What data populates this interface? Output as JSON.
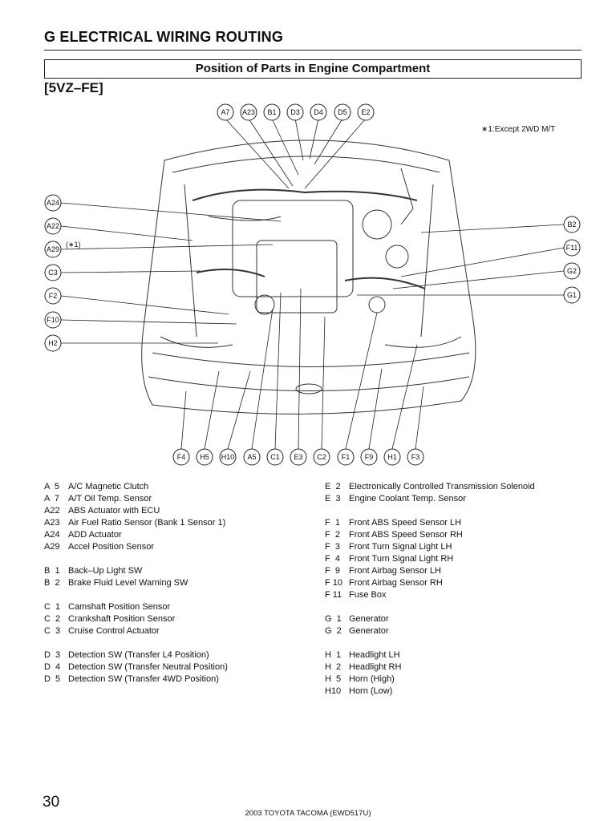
{
  "header": {
    "title": "G  ELECTRICAL WIRING ROUTING"
  },
  "subtitle": "Position of Parts in Engine Compartment",
  "engine_code": "[5VZ–FE]",
  "note": "∗1:Except 2WD M/T",
  "star_note_label": "(∗1)",
  "callouts": {
    "top": [
      "A7",
      "A23",
      "B1",
      "D3",
      "D4",
      "D5",
      "E2"
    ],
    "left": [
      "A24",
      "A22",
      "A29",
      "C3",
      "F2",
      "F10",
      "H2"
    ],
    "right": [
      "B2",
      "F11",
      "G2",
      "G1"
    ],
    "bottom": [
      "F4",
      "H5",
      "H10",
      "A5",
      "C1",
      "E3",
      "C2",
      "F1",
      "F9",
      "H1",
      "F3"
    ]
  },
  "legend_left": [
    {
      "code": "A  5",
      "desc": "A/C Magnetic Clutch"
    },
    {
      "code": "A  7",
      "desc": "A/T Oil Temp. Sensor"
    },
    {
      "code": "A22",
      "desc": "ABS Actuator with ECU"
    },
    {
      "code": "A23",
      "desc": "Air Fuel Ratio Sensor (Bank 1 Sensor 1)"
    },
    {
      "code": "A24",
      "desc": "ADD Actuator"
    },
    {
      "code": "A29",
      "desc": "Accel Position Sensor"
    },
    {
      "code": "",
      "desc": ""
    },
    {
      "code": "B  1",
      "desc": "Back–Up Light SW"
    },
    {
      "code": "B  2",
      "desc": "Brake Fluid Level Warning SW"
    },
    {
      "code": "",
      "desc": ""
    },
    {
      "code": "C  1",
      "desc": "Camshaft Position Sensor"
    },
    {
      "code": "C  2",
      "desc": "Crankshaft Position Sensor"
    },
    {
      "code": "C  3",
      "desc": "Cruise Control Actuator"
    },
    {
      "code": "",
      "desc": ""
    },
    {
      "code": "D  3",
      "desc": "Detection SW (Transfer L4 Position)"
    },
    {
      "code": "D  4",
      "desc": "Detection SW (Transfer Neutral Position)"
    },
    {
      "code": "D  5",
      "desc": "Detection SW (Transfer 4WD Position)"
    }
  ],
  "legend_right": [
    {
      "code": "E  2",
      "desc": "Electronically Controlled Transmission Solenoid"
    },
    {
      "code": "E  3",
      "desc": "Engine Coolant Temp. Sensor"
    },
    {
      "code": "",
      "desc": ""
    },
    {
      "code": "F  1",
      "desc": "Front ABS Speed Sensor LH"
    },
    {
      "code": "F  2",
      "desc": "Front ABS Speed Sensor RH"
    },
    {
      "code": "F  3",
      "desc": "Front Turn Signal Light LH"
    },
    {
      "code": "F  4",
      "desc": "Front Turn Signal Light RH"
    },
    {
      "code": "F  9",
      "desc": "Front Airbag Sensor LH"
    },
    {
      "code": "F 10",
      "desc": "Front Airbag Sensor RH"
    },
    {
      "code": "F 11",
      "desc": "Fuse Box"
    },
    {
      "code": "",
      "desc": ""
    },
    {
      "code": "G  1",
      "desc": "Generator"
    },
    {
      "code": "G  2",
      "desc": "Generator"
    },
    {
      "code": "",
      "desc": ""
    },
    {
      "code": "H  1",
      "desc": "Headlight LH"
    },
    {
      "code": "H  2",
      "desc": "Headlight RH"
    },
    {
      "code": "H  5",
      "desc": "Horn (High)"
    },
    {
      "code": "H10",
      "desc": "Horn (Low)"
    }
  ],
  "page_number": "30",
  "footer": "2003 TOYOTA TACOMA (EWD517U)"
}
